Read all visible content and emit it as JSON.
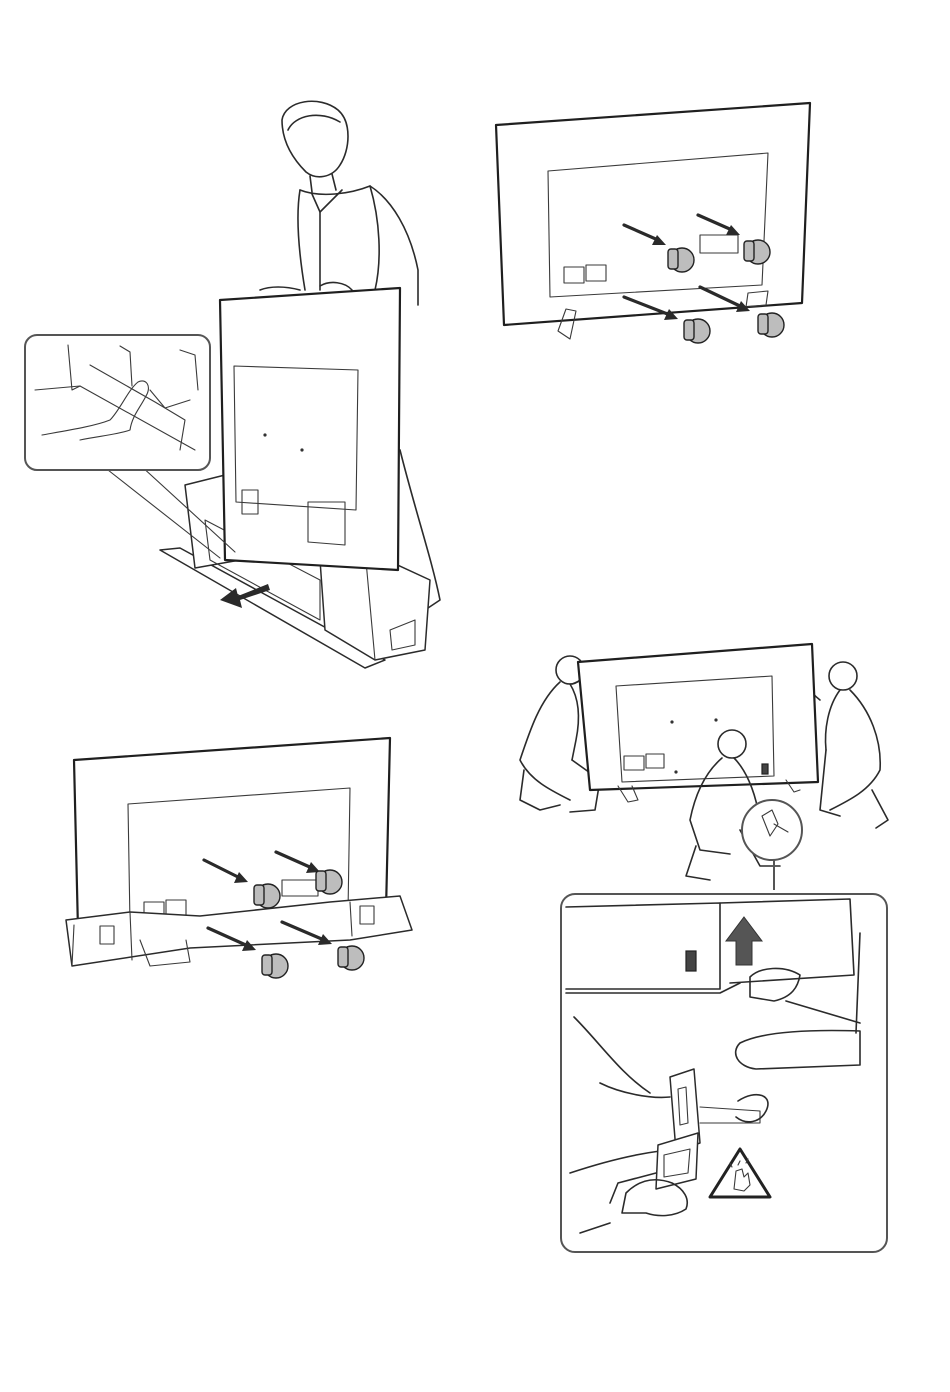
{
  "illustrations": [
    {
      "id": "step-unpack",
      "icon": "person-lifting-tv-from-box"
    },
    {
      "id": "step-remove-screws-standing",
      "icon": "screw-removal"
    },
    {
      "id": "step-remove-screws-in-box",
      "icon": "screw-removal"
    },
    {
      "id": "step-two-people-lift",
      "icon": "two-people-holding-tv"
    }
  ],
  "warning": {
    "icon": "pinch-hazard-warning-icon"
  },
  "colors": {
    "line": "#2b2b2b",
    "screw": "#bdbdbd",
    "background": "#ffffff"
  }
}
